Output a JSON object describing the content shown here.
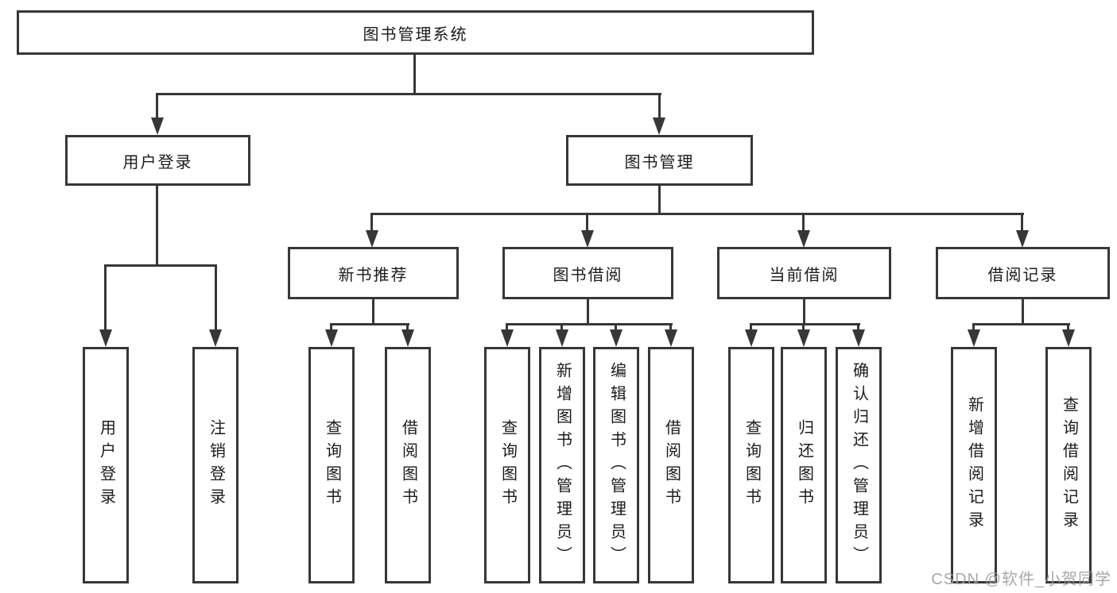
{
  "tree": {
    "label": "图书管理系统",
    "children": [
      {
        "label": "用户登录",
        "children": [
          {
            "label": "用户登录"
          },
          {
            "label": "注销登录"
          }
        ]
      },
      {
        "label": "图书管理",
        "children": [
          {
            "label": "新书推荐",
            "children": [
              {
                "label": "查询图书"
              },
              {
                "label": "借阅图书"
              }
            ]
          },
          {
            "label": "图书借阅",
            "children": [
              {
                "label": "查询图书"
              },
              {
                "label": "新增图书（管理员）"
              },
              {
                "label": "编辑图书（管理员）"
              },
              {
                "label": "借阅图书"
              }
            ]
          },
          {
            "label": "当前借阅",
            "children": [
              {
                "label": "查询图书"
              },
              {
                "label": "归还图书"
              },
              {
                "label": "确认归还（管理员）"
              }
            ]
          },
          {
            "label": "借阅记录",
            "children": [
              {
                "label": "新增借阅记录"
              },
              {
                "label": "查询借阅记录"
              }
            ]
          }
        ]
      }
    ]
  },
  "watermark": "CSDN @软件_小贺同学",
  "colors": {
    "line": "#373737",
    "text": "#1b1b1b",
    "watermark": "#9f9f9f",
    "background": "#ffffff"
  }
}
